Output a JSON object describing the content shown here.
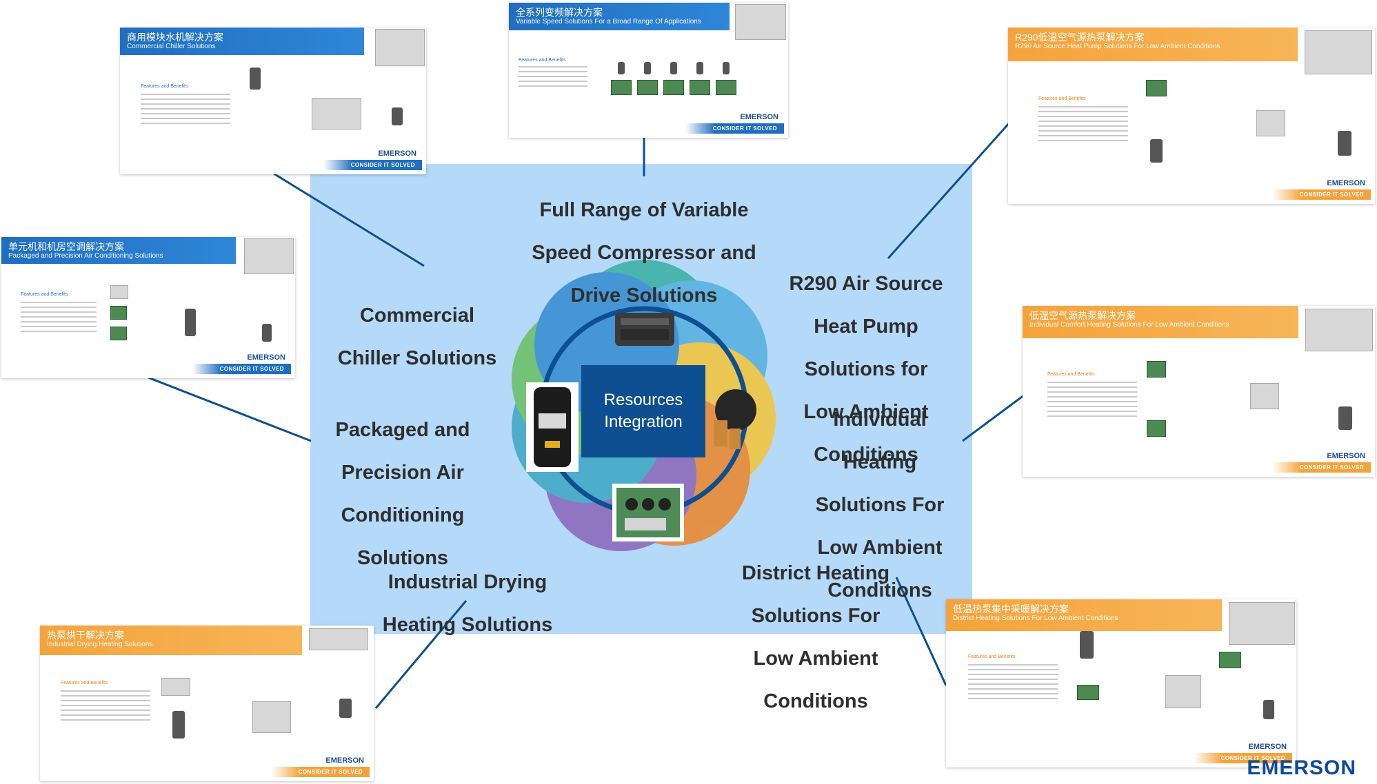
{
  "diagram": {
    "hub_title": "Resources Integration",
    "hub_title_lines": [
      "Resources",
      "Integration"
    ],
    "solutions": [
      {
        "id": "variable-speed",
        "lines": [
          "Full Range of Variable",
          "Speed Compressor and",
          "Drive Solutions"
        ]
      },
      {
        "id": "commercial-chiller",
        "lines": [
          "Commercial",
          "Chiller Solutions"
        ]
      },
      {
        "id": "packaged-precision",
        "lines": [
          "Packaged and",
          "Precision Air",
          "Conditioning",
          "Solutions"
        ]
      },
      {
        "id": "industrial-drying",
        "lines": [
          "Industrial Drying",
          "Heating Solutions"
        ]
      },
      {
        "id": "r290-heat-pump",
        "lines": [
          "R290 Air Source",
          "Heat Pump",
          "Solutions for",
          "Low Ambient",
          "Conditions"
        ]
      },
      {
        "id": "individual-heating",
        "lines": [
          "Individual",
          "Heating",
          "Solutions For",
          "Low Ambient",
          "Conditions"
        ]
      },
      {
        "id": "district-heating",
        "lines": [
          "District Heating",
          "Solutions For",
          "Low Ambient",
          "Conditions"
        ]
      }
    ]
  },
  "thumbnails": [
    {
      "id": "commercial-chiller",
      "theme": "blue",
      "title_zh": "商用模块水机解决方案",
      "title_en": "Commercial Chiller Solutions",
      "heading": "Features and Benefits",
      "brand": "EMERSON",
      "footer": "CONSIDER IT SOLVED"
    },
    {
      "id": "variable-speed",
      "theme": "blue",
      "title_zh": "全系列变频解决方案",
      "title_en": "Variable Speed Solutions For a Broad Range Of Applications",
      "heading": "Features and Benefits",
      "brand": "EMERSON",
      "footer": "CONSIDER IT SOLVED"
    },
    {
      "id": "packaged-precision",
      "theme": "blue",
      "title_zh": "单元机和机房空调解决方案",
      "title_en": "Packaged and Precision Air Conditioning Solutions",
      "heading": "Features and Benefits",
      "brand": "EMERSON",
      "footer": "CONSIDER IT SOLVED"
    },
    {
      "id": "r290-heat-pump",
      "theme": "orange",
      "title_zh": "R290低温空气源热泵解决方案",
      "title_en": "R290 Air Source Heat Pump Solutions For Low Ambient Conditions",
      "heading": "Features and Benefits",
      "brand": "EMERSON",
      "footer": "CONSIDER IT SOLVED"
    },
    {
      "id": "individual-heating",
      "theme": "orange",
      "title_zh": "低温空气源热泵解决方案",
      "title_en": "Individual Comfort Heating Solutions For Low Ambient Conditions",
      "heading": "Features and Benefits",
      "brand": "EMERSON",
      "footer": "CONSIDER IT SOLVED"
    },
    {
      "id": "industrial-drying",
      "theme": "orange",
      "title_zh": "热泵烘干解决方案",
      "title_en": "Industrial Drying Heating Solutions",
      "heading": "Features and Benefits",
      "brand": "EMERSON",
      "footer": "CONSIDER IT SOLVED"
    },
    {
      "id": "district-heating",
      "theme": "orange",
      "title_zh": "低温热泵集中采暖解决方案",
      "title_en": "District Heating Solutions For Low Ambient Conditions",
      "heading": "Features and Benefits",
      "brand": "EMERSON",
      "footer": "CONSIDER IT SOLVED"
    }
  ],
  "brand": {
    "logo": "EMERSON"
  },
  "colors": {
    "panel": "#b5d9f9",
    "connector": "#0d4f91",
    "hub": "#0d4f91",
    "banner_blue": "#1f6ec0",
    "banner_orange": "#f4a33b",
    "label_text": "#2e2e2e"
  },
  "icons": [
    "compressor-icon",
    "controller-icon",
    "valve-icon",
    "drive-board-icon"
  ]
}
